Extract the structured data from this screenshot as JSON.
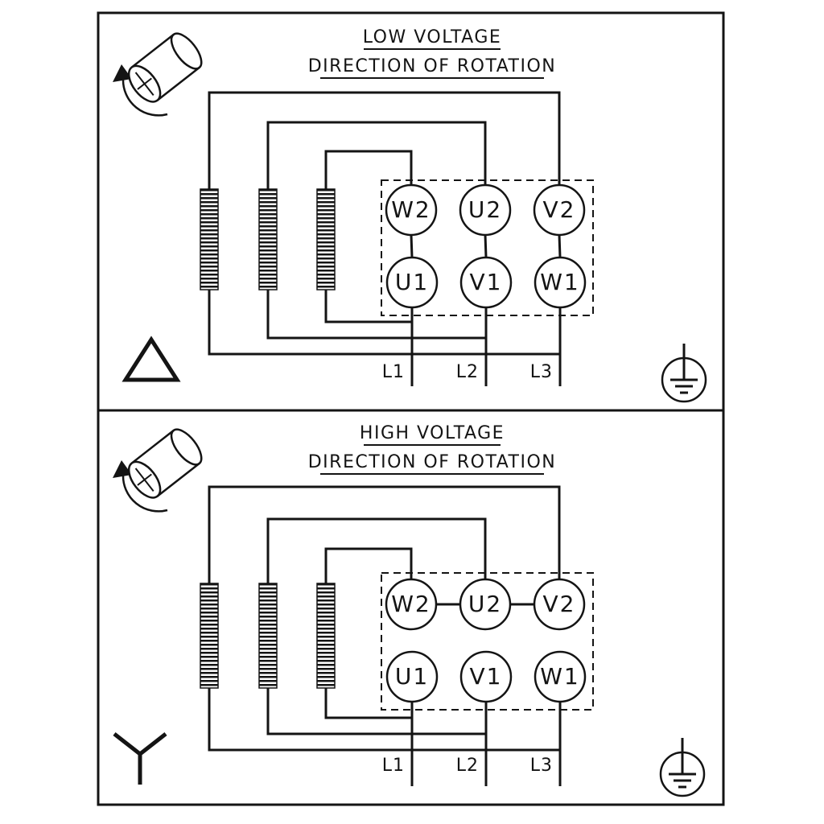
{
  "diagram": {
    "background": "#ffffff",
    "line_color": "#141414"
  },
  "panels": [
    {
      "id": "low-voltage",
      "title": "LOW VOLTAGE",
      "subtitle": "DIRECTION OF ROTATION",
      "connection": "delta",
      "terminals_top": [
        "W2",
        "U2",
        "V2"
      ],
      "terminals_bottom": [
        "U1",
        "V1",
        "W1"
      ],
      "supply_lines": [
        "L1",
        "L2",
        "L3"
      ],
      "icons": [
        "shaft-rotation-icon",
        "delta-symbol",
        "ground-icon"
      ]
    },
    {
      "id": "high-voltage",
      "title": "HIGH VOLTAGE",
      "subtitle": "DIRECTION OF ROTATION",
      "connection": "star",
      "terminals_top": [
        "W2",
        "U2",
        "V2"
      ],
      "terminals_bottom": [
        "U1",
        "V1",
        "W1"
      ],
      "supply_lines": [
        "L1",
        "L2",
        "L3"
      ],
      "icons": [
        "shaft-rotation-icon",
        "star-symbol",
        "ground-icon"
      ]
    }
  ]
}
